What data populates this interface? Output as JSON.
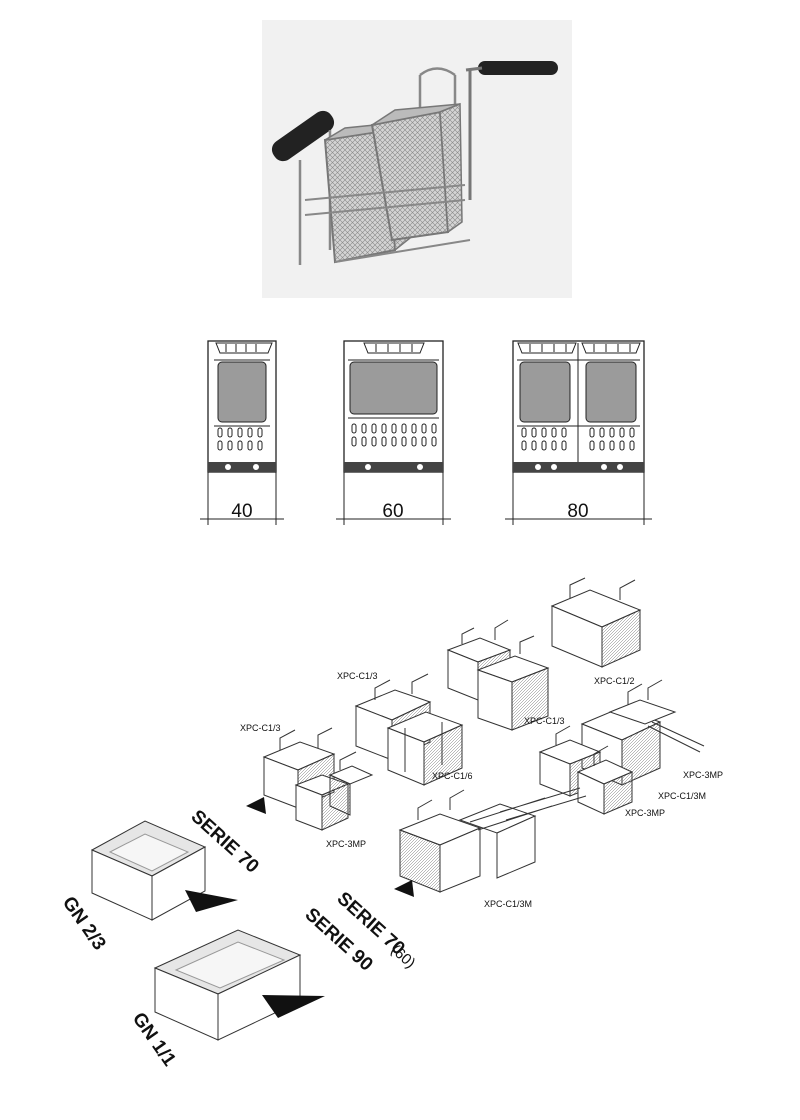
{
  "widths": [
    "40",
    "60",
    "80"
  ],
  "labels": {
    "xpc_c1_3_a": "XPC-C1/3",
    "xpc_c1_3_b": "XPC-C1/3",
    "xpc_c1_3_c": "XPC-C1/3",
    "xpc_c1_2": "XPC-C1/2",
    "xpc_c1_6": "XPC-C1/6",
    "xpc_3mp_a": "XPC-3MP",
    "xpc_3mp_b": "XPC-3MP",
    "xpc_3mp_c": "XPC-3MP",
    "xpc_c1_3m_a": "XPC-C1/3M",
    "xpc_c1_3m_b": "XPC-C1/3M"
  },
  "series": {
    "serie70_a": "SERIE 70",
    "serie70_b": "SERIE 70",
    "serie90": "SERIE 90",
    "paren60": "(60)"
  },
  "gastronorm": {
    "gn23": "GN 2/3",
    "gn11": "GN 1/1"
  }
}
